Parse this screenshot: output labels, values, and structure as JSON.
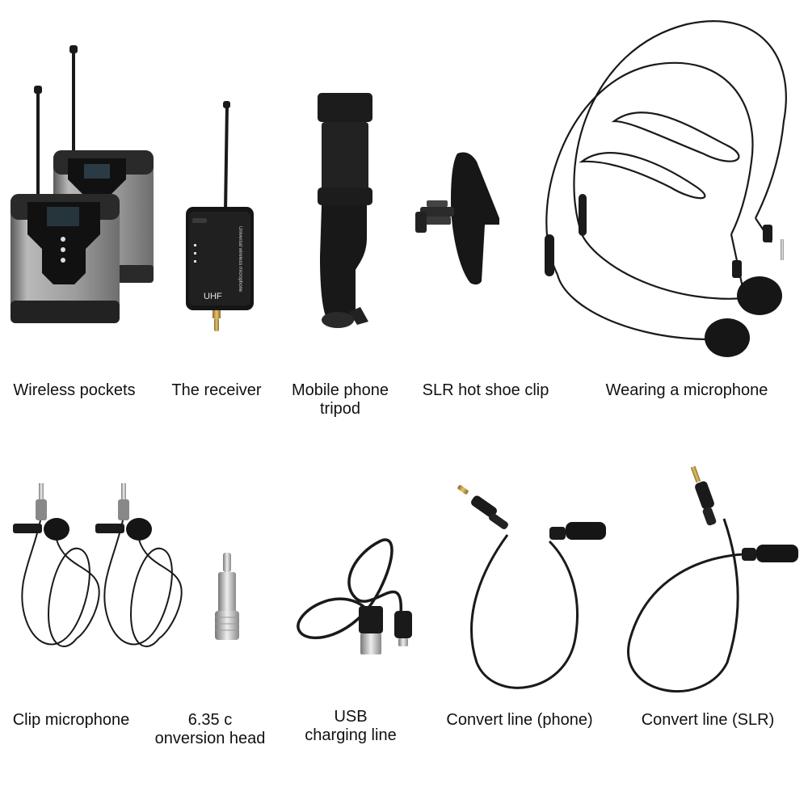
{
  "products": [
    {
      "id": "wireless-pockets",
      "lines": [
        "Wireless pockets"
      ]
    },
    {
      "id": "receiver",
      "lines": [
        "The receiver"
      ]
    },
    {
      "id": "phone-tripod",
      "lines": [
        "Mobile phone",
        "tripod"
      ]
    },
    {
      "id": "hot-shoe-clip",
      "lines": [
        "SLR hot shoe clip"
      ]
    },
    {
      "id": "headset-mic",
      "lines": [
        "Wearing a microphone"
      ]
    },
    {
      "id": "clip-mic",
      "lines": [
        "Clip microphone"
      ]
    },
    {
      "id": "adapter",
      "lines": [
        "6.35 c",
        "onversion head"
      ]
    },
    {
      "id": "usb-cable",
      "lines": [
        "USB",
        "charging line"
      ]
    },
    {
      "id": "convert-phone",
      "lines": [
        "Convert line (phone)"
      ]
    },
    {
      "id": "convert-slr",
      "lines": [
        "Convert line (SLR)"
      ]
    }
  ],
  "receiver_device": {
    "band": "UHF",
    "brand": "Universal wireless microphone"
  },
  "icons": {
    "wireless-pockets": "bodypack-transmitter-icon",
    "receiver": "receiver-icon",
    "phone-tripod": "tripod-icon",
    "hot-shoe-clip": "hot-shoe-icon",
    "headset-mic": "headset-microphone-icon",
    "clip-mic": "lavalier-microphone-icon",
    "adapter": "adapter-plug-icon",
    "usb-cable": "usb-cable-icon",
    "convert-phone": "trrs-cable-icon",
    "convert-slr": "trs-cable-icon"
  },
  "colors": {
    "background": "#ffffff",
    "text": "#111111",
    "device": "#1a1a1a",
    "metal": "#a6a6a6"
  }
}
